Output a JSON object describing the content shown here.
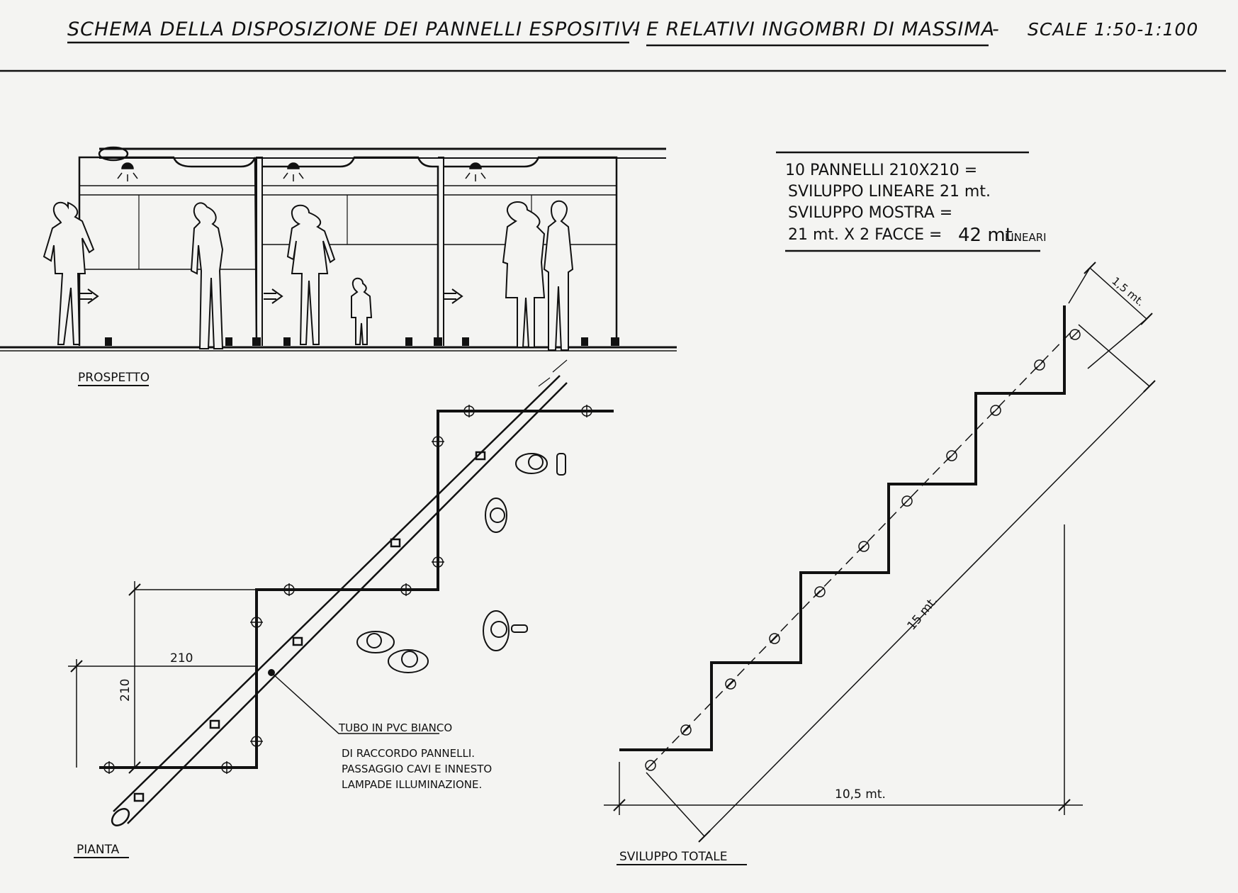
{
  "title": {
    "part1": "SCHEMA DELLA DISPOSIZIONE DEI PANNELLI ESPOSITIVI",
    "dash1": "-",
    "part2": "E RELATIVI INGOMBRI DI MASSIMA",
    "dash2": "-",
    "scale": "SCALE 1:50-1:100"
  },
  "summary": {
    "line1": "10 PANNELLI 210X210 =",
    "line2": "SVILUPPO LINEARE 21 mt.",
    "line3": "SVILUPPO MOSTRA =",
    "line4a": "21 mt. X 2 FACCE =",
    "line4b": "42 mt.",
    "line4c": "LINEARI"
  },
  "labels": {
    "prospetto": "PROSPETTO",
    "pianta": "PIANTA",
    "sviluppo_totale": "SVILUPPO TOTALE"
  },
  "dimensions": {
    "panel_width": "210",
    "panel_height": "210",
    "depth": "1,5 mt.",
    "diagonal": "15 mt.",
    "horizontal": "10,5 mt."
  },
  "tube_note": {
    "line1": "TUBO IN PVC BIANCO",
    "line2": "DI RACCORDO PANNELLI.",
    "line3": "PASSAGGIO CAVI E INNESTO",
    "line4": "LAMPADE ILLUMINAZIONE."
  },
  "colors": {
    "ink": "#111111",
    "paper": "#f4f4f2"
  }
}
